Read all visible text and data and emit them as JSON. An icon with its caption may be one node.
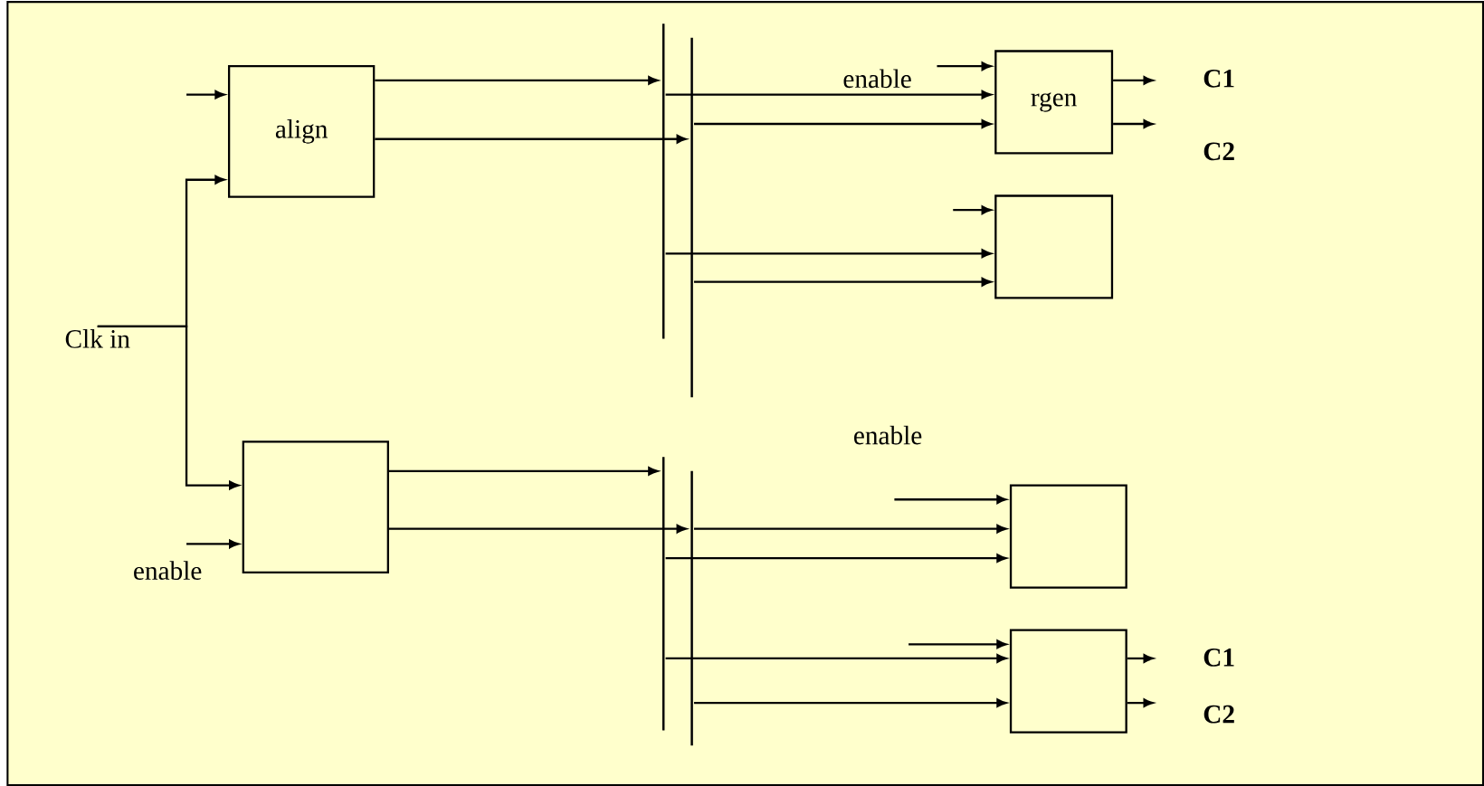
{
  "diagram": {
    "nodes": [
      {
        "text": [
          "Clk in"
        ]
      },
      {
        "text": [
          "align"
        ]
      },
      {
        "text": [],
        "shape": "bar"
      },
      {
        "text": [],
        "shape": "bar"
      },
      {
        "text": [
          "rgen"
        ]
      },
      {
        "text": [],
        "shape": "box"
      },
      {
        "text": [],
        "shape": "box"
      },
      {
        "text": [],
        "shape": "bar"
      },
      {
        "text": [],
        "shape": "bar"
      },
      {
        "text": [],
        "shape": "box"
      },
      {
        "text": [],
        "shape": "box"
      }
    ],
    "edges": [
      {
        "from": null,
        "to": 1,
        "arrow": "to"
      },
      {
        "from": 0,
        "to": 1,
        "arrow": "to"
      },
      {
        "from": 0,
        "to": 6,
        "arrow": "to"
      },
      {
        "from": null,
        "to": 6,
        "arrow": "to"
      },
      {
        "from": 1,
        "to": 2,
        "arrow": "to"
      },
      {
        "from": 1,
        "to": 3,
        "arrow": "to"
      },
      {
        "from": null,
        "to": 4,
        "arrow": "to"
      },
      {
        "from": 2,
        "to": 4,
        "arrow": "to"
      },
      {
        "from": 3,
        "to": 4,
        "arrow": "to"
      },
      {
        "from": 4,
        "to": null,
        "arrow": "to"
      },
      {
        "from": 4,
        "to": null,
        "arrow": "to"
      },
      {
        "from": null,
        "to": 5,
        "arrow": "to"
      },
      {
        "from": 2,
        "to": 5,
        "arrow": "to"
      },
      {
        "from": 3,
        "to": 5,
        "arrow": "to"
      },
      {
        "from": 6,
        "to": 7,
        "arrow": "to"
      },
      {
        "from": 6,
        "to": 8,
        "arrow": "to"
      },
      {
        "from": null,
        "to": 9,
        "arrow": "to"
      },
      {
        "from": 8,
        "to": 9,
        "arrow": "to"
      },
      {
        "from": 7,
        "to": 9,
        "arrow": "to"
      },
      {
        "from": null,
        "to": 10,
        "arrow": "to"
      },
      {
        "from": 7,
        "to": 10,
        "arrow": "to"
      },
      {
        "from": 8,
        "to": 10,
        "arrow": "to"
      },
      {
        "from": 10,
        "to": null,
        "arrow": "to"
      },
      {
        "from": 10,
        "to": null,
        "arrow": "to"
      }
    ],
    "labels": [
      "enable",
      "C1",
      "C2",
      "enable",
      "enable",
      "C1",
      "C2"
    ]
  }
}
